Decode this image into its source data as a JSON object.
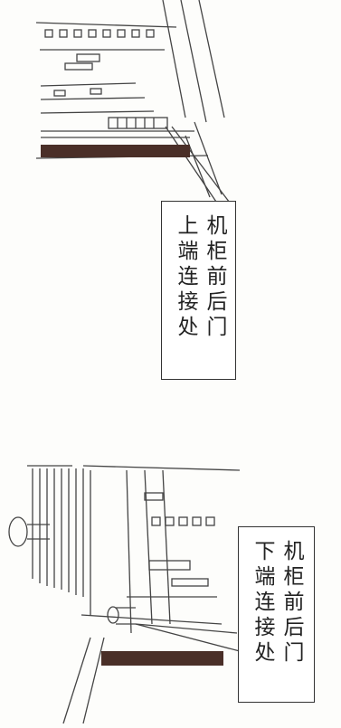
{
  "callouts": {
    "upper": {
      "line1": "机柜前后门",
      "line2": "上端连接处"
    },
    "lower": {
      "line1": "机柜前后门",
      "line2": "下端连接处"
    }
  }
}
